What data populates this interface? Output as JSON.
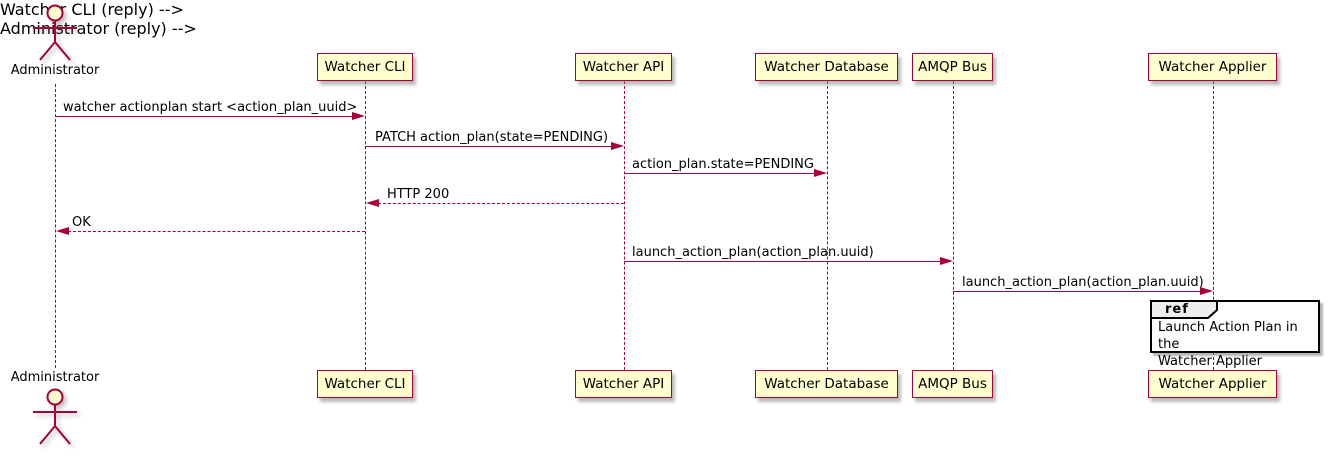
{
  "colors": {
    "participant_fill": "#FEFECE",
    "participant_border": "#A80036",
    "message_line": "#A80036",
    "lifeline": "#A80036",
    "text": "#000000",
    "ref_border": "#000000",
    "ref_header_fill": "#EEEEEE",
    "background": "#FFFFFF"
  },
  "actor": {
    "name": "Administrator"
  },
  "participants": [
    {
      "name": "Watcher CLI"
    },
    {
      "name": "Watcher API"
    },
    {
      "name": "Watcher Database"
    },
    {
      "name": "AMQP Bus"
    },
    {
      "name": "Watcher Applier"
    }
  ],
  "messages": [
    {
      "from": "Administrator",
      "to": "Watcher CLI",
      "line": "solid",
      "label": "watcher actionplan start <action_plan_uuid>"
    },
    {
      "from": "Watcher CLI",
      "to": "Watcher API",
      "line": "solid",
      "label": "PATCH action_plan(state=PENDING)"
    },
    {
      "from": "Watcher API",
      "to": "Watcher Database",
      "line": "solid",
      "label": "action_plan.state=PENDING"
    },
    {
      "from": "Watcher API",
      "to": "Watcher CLI",
      "line": "dashed",
      "label": "HTTP 200"
    },
    {
      "from": "Watcher CLI",
      "to": "Administrator",
      "line": "dashed",
      "label": "OK"
    },
    {
      "from": "Watcher API",
      "to": "AMQP Bus",
      "line": "solid",
      "label": "launch_action_plan(action_plan.uuid)"
    },
    {
      "from": "AMQP Bus",
      "to": "Watcher Applier",
      "line": "solid",
      "label": "launch_action_plan(action_plan.uuid)"
    }
  ],
  "ref": {
    "keyword": "ref",
    "text": "Launch Action Plan in the\nWatcher Applier"
  }
}
